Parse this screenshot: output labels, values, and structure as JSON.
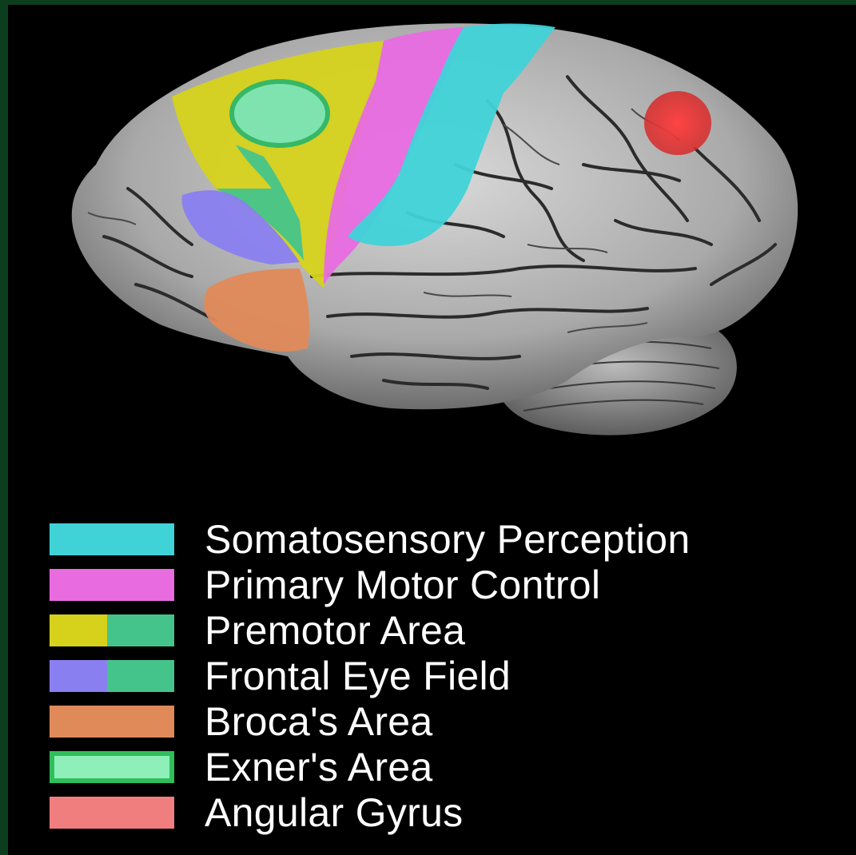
{
  "legend": {
    "items": [
      {
        "label": "Somatosensory Perception",
        "color": "#3fd3d8",
        "color2": "#3fd3d8",
        "style": "solid"
      },
      {
        "label": "Primary Motor Control",
        "color": "#e86be0",
        "color2": "#e86be0",
        "style": "solid"
      },
      {
        "label": "Premotor Area",
        "color": "#d6d21c",
        "color2": "#44c48a",
        "style": "split"
      },
      {
        "label": "Frontal Eye Field",
        "color": "#8a7ff0",
        "color2": "#44c48a",
        "style": "split"
      },
      {
        "label": "Broca's Area",
        "color": "#e08a5a",
        "color2": "#e08a5a",
        "style": "solid"
      },
      {
        "label": "Exner's Area",
        "color": "#8ef0b8",
        "color2": "#2fbf5a",
        "style": "bordered"
      },
      {
        "label": "Angular Gyrus",
        "color": "#f07e7e",
        "color2": "#f07e7e",
        "style": "solid"
      }
    ]
  },
  "regions": {
    "somatosensory": "#3fd3d8",
    "motor": "#e86be0",
    "premotor": "#d6d21c",
    "exner": "#8ef0b8",
    "frontal_eye_green": "#44c48a",
    "frontal_eye": "#8a7ff0",
    "broca": "#e08a5a",
    "angular": "#f0504e",
    "brain": "#9a9a9a",
    "cerebellum": "#6f6f6f"
  }
}
